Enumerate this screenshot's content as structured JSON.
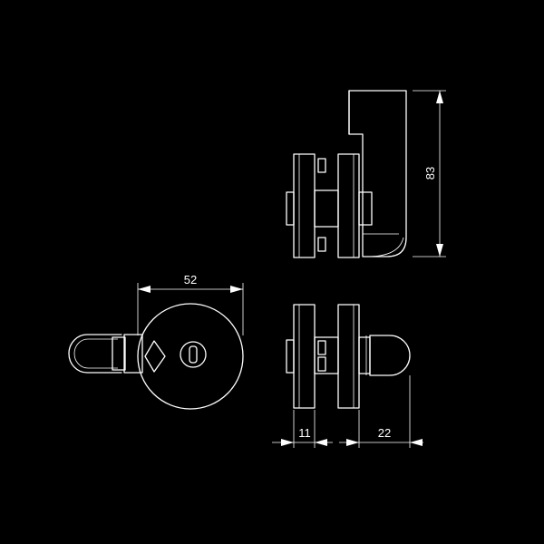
{
  "drawing": {
    "background": "#000000",
    "line_color": "#ffffff",
    "dimensions": {
      "height_label": "83",
      "width_label": "52",
      "plate_label": "11",
      "knob_label": "22"
    }
  }
}
